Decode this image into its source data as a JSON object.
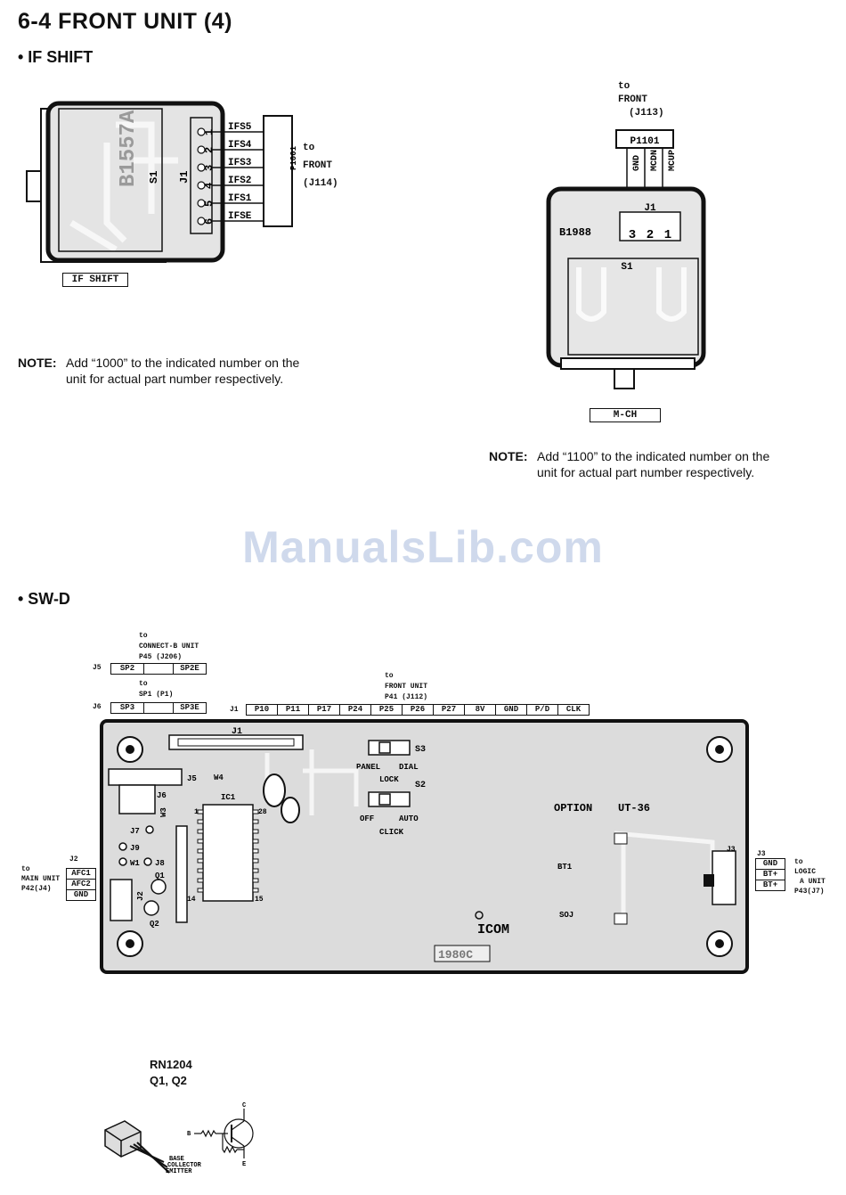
{
  "page_title": "6-4 FRONT UNIT (4)",
  "if_shift": {
    "heading": "• IF SHIFT",
    "board_text": "B1557A",
    "switch_label": "S1",
    "connector_label": "J1",
    "pins": [
      "IFS5",
      "IFS4",
      "IFS3",
      "IFS2",
      "IFS1",
      "IFSE"
    ],
    "pin_numbers": [
      "1",
      "2",
      "3",
      "4",
      "5",
      "6"
    ],
    "plug_label": "P1001",
    "to_lines": [
      "to",
      "FRONT",
      "(J114)"
    ],
    "unit_label": "IF SHIFT",
    "note_label": "NOTE:",
    "note_text_1": "Add “1000” to the indicated number on the",
    "note_text_2": "unit for actual part number respectively."
  },
  "m_ch": {
    "to_lines": [
      "to",
      "FRONT",
      "(J113)"
    ],
    "plug_label": "P1101",
    "pins": [
      "GND",
      "MCDN",
      "MCUP"
    ],
    "pin_numbers": [
      "3",
      "2",
      "1"
    ],
    "connector_label": "J1",
    "board_text": "B1988",
    "switch_label": "S1",
    "unit_label": "M-CH",
    "note_label": "NOTE:",
    "note_text_1": "Add “1100” to the indicated number on the",
    "note_text_2": "unit for actual part number respectively."
  },
  "watermark": "ManualsLib.com",
  "sw_d": {
    "heading": "• SW-D",
    "connect_b": [
      "to",
      "CONNECT-B UNIT",
      "P45 (J206)"
    ],
    "j5_label": "J5",
    "j5_pins": [
      "SP2",
      "",
      "SP2E"
    ],
    "sp1": [
      "to",
      "SP1 (P1)"
    ],
    "j6_label": "J6",
    "j6_pins": [
      "SP3",
      "",
      "SP3E"
    ],
    "front_unit": [
      "to",
      "FRONT UNIT",
      "P41 (J112)"
    ],
    "j1_label": "J1",
    "j1_pins": [
      "P10",
      "P11",
      "P17",
      "P24",
      "P25",
      "P26",
      "P27",
      "8V",
      "GND",
      "P/D",
      "CLK"
    ],
    "j2_label": "J2",
    "j2_pins": [
      "AFC1",
      "AFC2",
      "GND"
    ],
    "main_unit": [
      "to",
      "MAIN UNIT",
      "P42(J4)"
    ],
    "j3_label": "J3",
    "j3_pins": [
      "GND",
      "BT+",
      "BT+"
    ],
    "logic_unit": [
      "to",
      "LOGIC",
      "A UNIT",
      "P43(J7)"
    ],
    "board_labels": {
      "j1": "J1",
      "s3": "S3",
      "panel": "PANEL",
      "dial": "DIAL",
      "lock": "LOCK",
      "s2": "S2",
      "off": "OFF",
      "auto": "AUTO",
      "click": "CLICK",
      "option": "OPTION",
      "ut36": "UT-36",
      "j5": "J5",
      "j6": "J6",
      "w4": "W4",
      "ic1": "IC1",
      "w3": "W3",
      "j7": "J7",
      "j9": "J9",
      "w1": "W1",
      "j8": "J8",
      "q1": "Q1",
      "j2": "J2",
      "q2": "Q2",
      "pin1": "1",
      "pin14": "14",
      "pin15": "15",
      "pin28": "28",
      "bt1": "BT1",
      "icom": "ICOM",
      "board_no": "1980C",
      "soj": "SOJ",
      "j3": "J3"
    }
  },
  "transistor": {
    "part": "RN1204",
    "refs": "Q1, Q2",
    "base": "BASE",
    "collector": "COLLECTOR",
    "emitter": "EMITTER",
    "b": "B",
    "c": "C",
    "e": "E"
  }
}
